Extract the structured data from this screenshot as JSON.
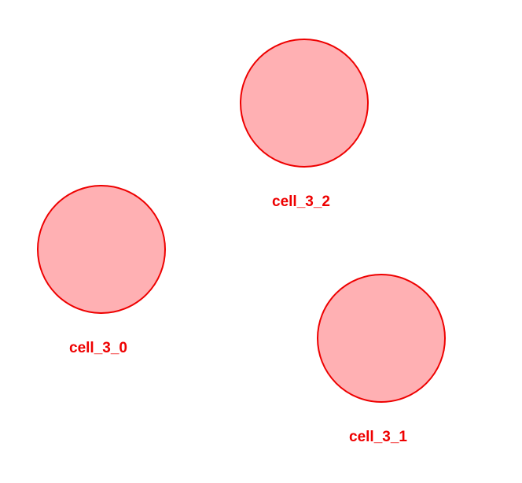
{
  "colors": {
    "fill": "#ffb0b3",
    "stroke": "#ee0000",
    "label": "#ee0000",
    "background": "#ffffff"
  },
  "cells": [
    {
      "id": "cell_3_0",
      "label": "cell_3_0"
    },
    {
      "id": "cell_3_1",
      "label": "cell_3_1"
    },
    {
      "id": "cell_3_2",
      "label": "cell_3_2"
    }
  ]
}
